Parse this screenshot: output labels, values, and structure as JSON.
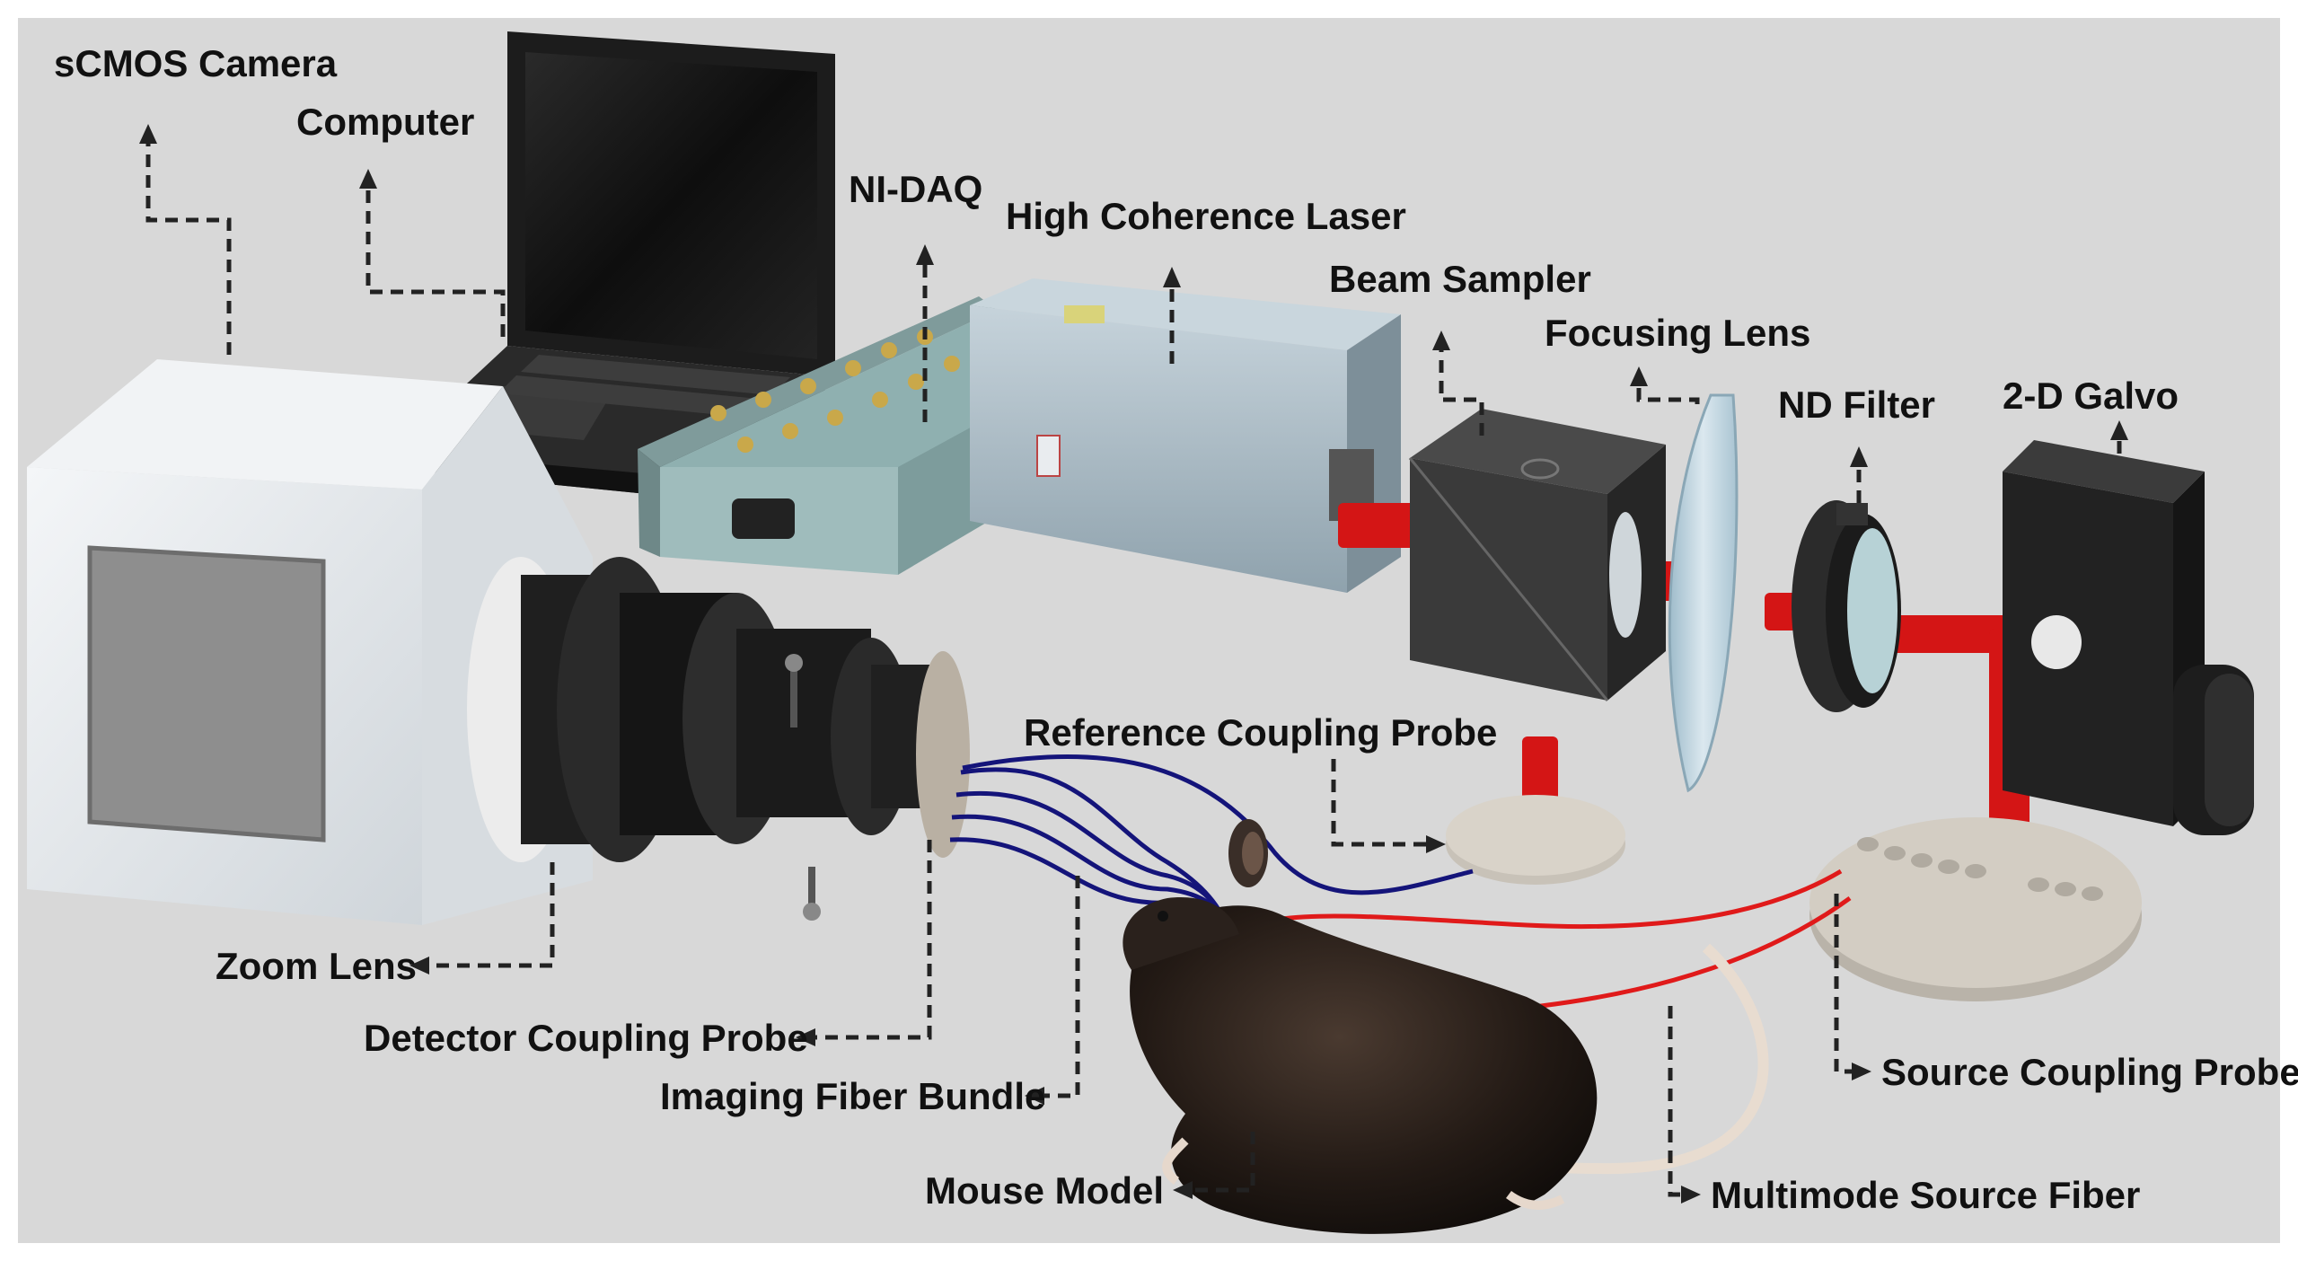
{
  "labels": {
    "scmos_camera": "sCMOS Camera",
    "computer": "Computer",
    "ni_daq": "NI-DAQ",
    "laser": "High Coherence Laser",
    "beam_sampler": "Beam Sampler",
    "focusing_lens": "Focusing Lens",
    "nd_filter": "ND Filter",
    "galvo": "2-D Galvo",
    "reference_probe": "Reference Coupling Probe",
    "zoom_lens": "Zoom Lens",
    "detector_probe": "Detector Coupling Probe",
    "imaging_bundle": "Imaging Fiber Bundle",
    "source_probe": "Source Coupling Probe",
    "mouse_model": "Mouse Model",
    "multimode_fiber": "Multimode Source Fiber"
  },
  "colors": {
    "background": "#d8d8d8",
    "laser_beam": "#d41515",
    "imaging_fibers": "#14147a",
    "source_fiber": "#e01a1a",
    "camera_body": "#e9ecef",
    "laser_housing": "#a9bac4",
    "daq_box": "#9fbcbc",
    "optics_dark": "#2e2e2e",
    "lens_glass": "#bcd3df"
  }
}
